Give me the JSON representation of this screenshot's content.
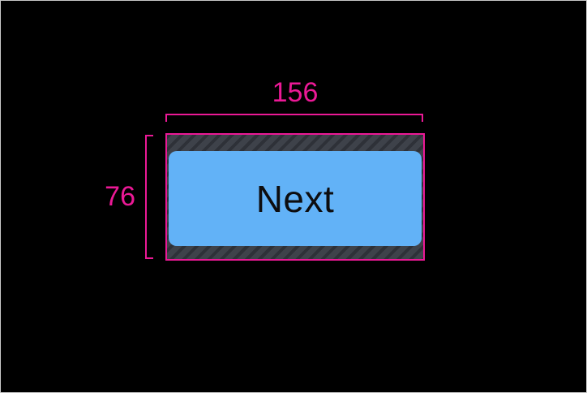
{
  "theme": {
    "canvas-bg": "#000000",
    "canvas-border": "#c8c8c8",
    "pink": "#eb1996",
    "button-bg": "#62b2f7",
    "button-text": "#0d0d0f",
    "hatch-bg": "#3e424a",
    "hatch-stripe": "#2e3138"
  },
  "annotation": {
    "width_label": "156",
    "height_label": "76"
  },
  "button": {
    "label": "Next"
  }
}
